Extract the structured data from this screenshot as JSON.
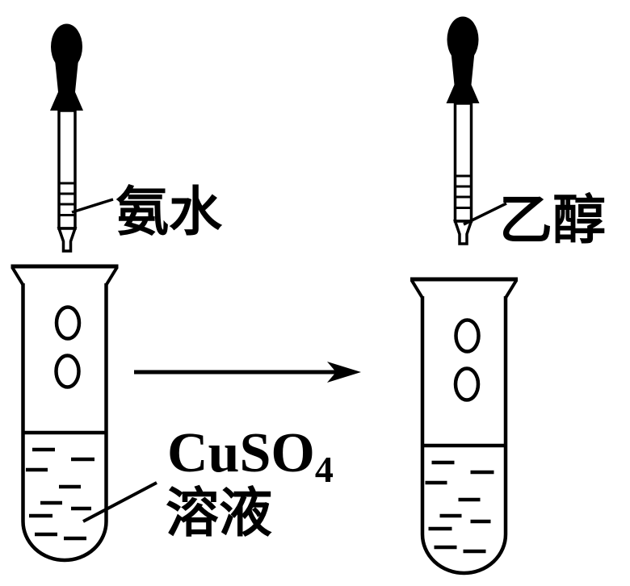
{
  "diagram": {
    "type": "chemistry-experiment",
    "description_names": {
      "left_dropper": "dropper",
      "right_dropper": "dropper",
      "left_tube": "test-tube",
      "right_tube": "test-tube",
      "arrow": "arrow-right"
    },
    "colors": {
      "ink": "#000000",
      "background": "#ffffff"
    },
    "left_apparatus": {
      "dropper_label": "氨水",
      "solution_label": {
        "formula_base": "CuSO",
        "formula_subscript": "4",
        "line2": "溶液"
      }
    },
    "right_apparatus": {
      "dropper_label": "乙醇"
    },
    "arrow": {
      "direction": "right"
    }
  }
}
